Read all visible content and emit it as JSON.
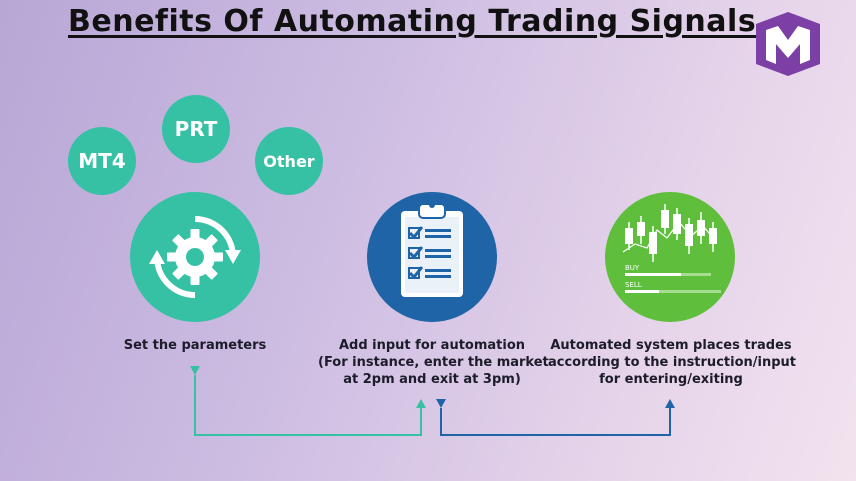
{
  "title": "Benefits Of Automating Trading Signals.",
  "platforms": [
    "MT4",
    "PRT",
    "Other"
  ],
  "steps": [
    {
      "lines": [
        "Set the parameters"
      ]
    },
    {
      "lines": [
        "Add input for automation",
        "(For instance, enter the market",
        "at 2pm and exit at 3pm)"
      ]
    },
    {
      "lines": [
        "Automated system places trades",
        "according to the instruction/input",
        "for entering/exiting"
      ]
    }
  ],
  "chart_labels": {
    "buy": "BUY",
    "sell": "SELL"
  },
  "colors": {
    "teal": "#36c1a4",
    "blue": "#1f64a6",
    "green": "#5fbf3c",
    "logo": "#7b3fa6"
  }
}
